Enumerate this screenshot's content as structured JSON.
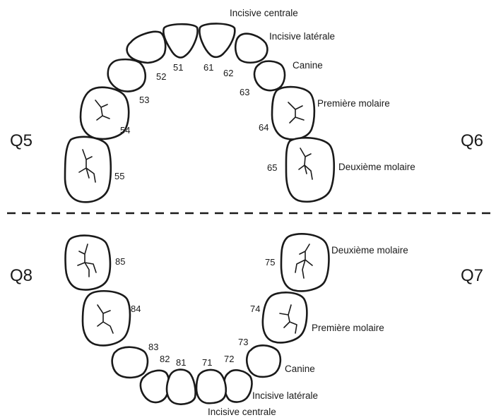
{
  "quadrants": {
    "q5": "Q5",
    "q6": "Q6",
    "q7": "Q7",
    "q8": "Q8"
  },
  "upper": {
    "labels": {
      "central": "Incisive centrale",
      "lateral": "Incisive latérale",
      "canine": "Canine",
      "first_molar": "Première molaire",
      "second_molar": "Deuxième molaire"
    },
    "numbers": {
      "t55": "55",
      "t54": "54",
      "t53": "53",
      "t52": "52",
      "t51": "51",
      "t61": "61",
      "t62": "62",
      "t63": "63",
      "t64": "64",
      "t65": "65"
    }
  },
  "lower": {
    "labels": {
      "central": "Incisive centrale",
      "lateral": "Incisive latérale",
      "canine": "Canine",
      "first_molar": "Première molaire",
      "second_molar": "Deuxième molaire"
    },
    "numbers": {
      "t85": "85",
      "t84": "84",
      "t83": "83",
      "t82": "82",
      "t81": "81",
      "t71": "71",
      "t72": "72",
      "t73": "73",
      "t74": "74",
      "t75": "75"
    }
  }
}
